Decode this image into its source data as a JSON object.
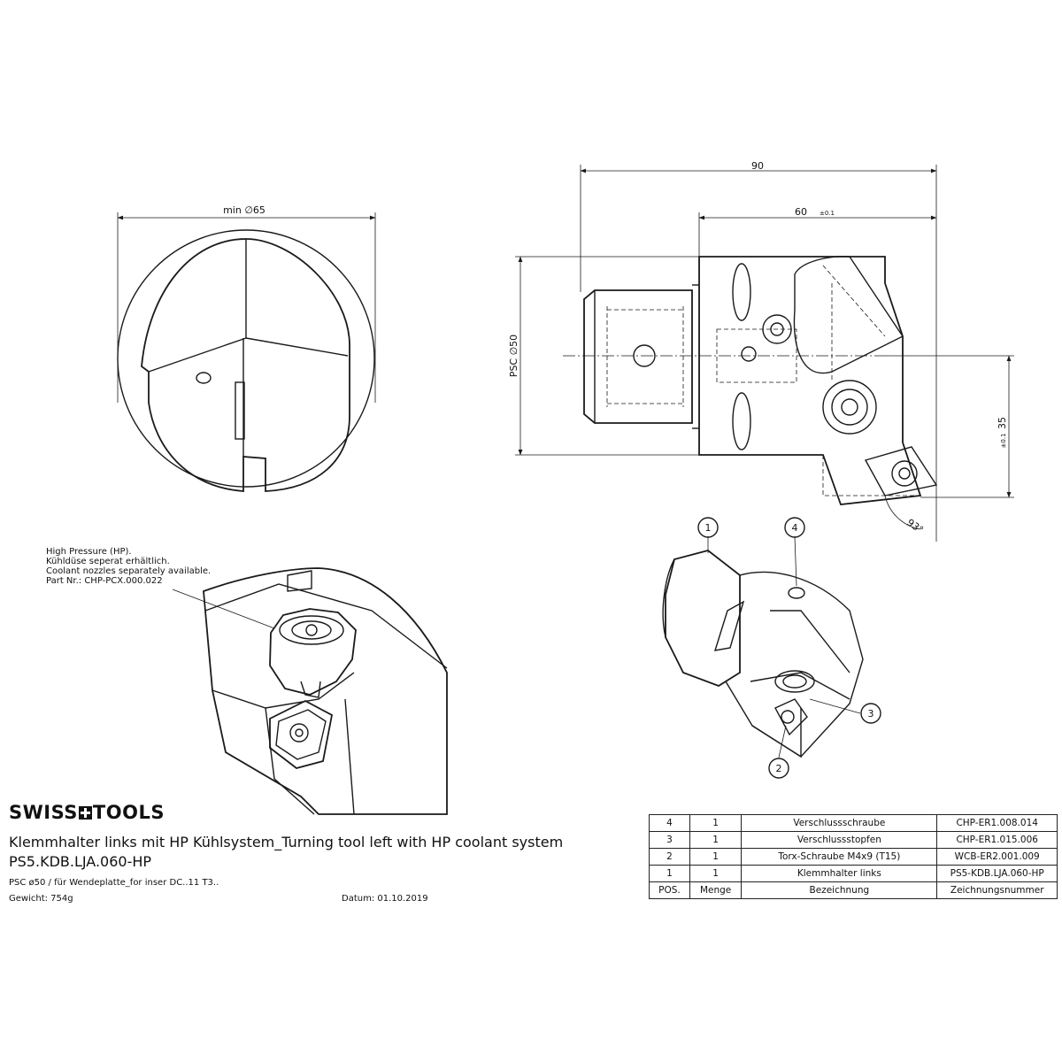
{
  "dimensions": {
    "min_diameter": "min ∅65",
    "overall_length": "90",
    "head_length": "60",
    "head_length_tol": "±0.1",
    "psc_diameter": "PSC ∅50",
    "offset": "35",
    "offset_tol": "±0.1",
    "angle": "93°"
  },
  "coolant_note": {
    "line1": "High Pressure (HP).",
    "line2": "Kühldüse seperat erhältlich.",
    "line3": "Coolant nozzles separately available.",
    "line4": "Part Nr.: CHP-PCX.000.022"
  },
  "balloons": [
    "1",
    "2",
    "3",
    "4"
  ],
  "title_block": {
    "brand_left": "SWISS",
    "brand_right": "TOOLS",
    "title": "Klemmhalter links mit HP Kühlsystem_Turning tool left with HP coolant system",
    "part_number": "PS5.KDB.LJA.060-HP",
    "insert_info": "PSC ø50 / für Wendeplatte_for inser DC..11 T3..",
    "weight": "Gewicht: 754g",
    "date": "Datum: 01.10.2019"
  },
  "bom": {
    "headers": [
      "POS.",
      "Menge",
      "Bezeichnung",
      "Zeichnungsnummer"
    ],
    "rows": [
      [
        "4",
        "1",
        "Verschlussschraube",
        "CHP-ER1.008.014"
      ],
      [
        "3",
        "1",
        "Verschlussstopfen",
        "CHP-ER1.015.006"
      ],
      [
        "2",
        "1",
        "Torx-Schraube M4x9 (T15)",
        "WCB-ER2.001.009"
      ],
      [
        "1",
        "1",
        "Klemmhalter links",
        "PS5-KDB.LJA.060-HP"
      ]
    ]
  }
}
